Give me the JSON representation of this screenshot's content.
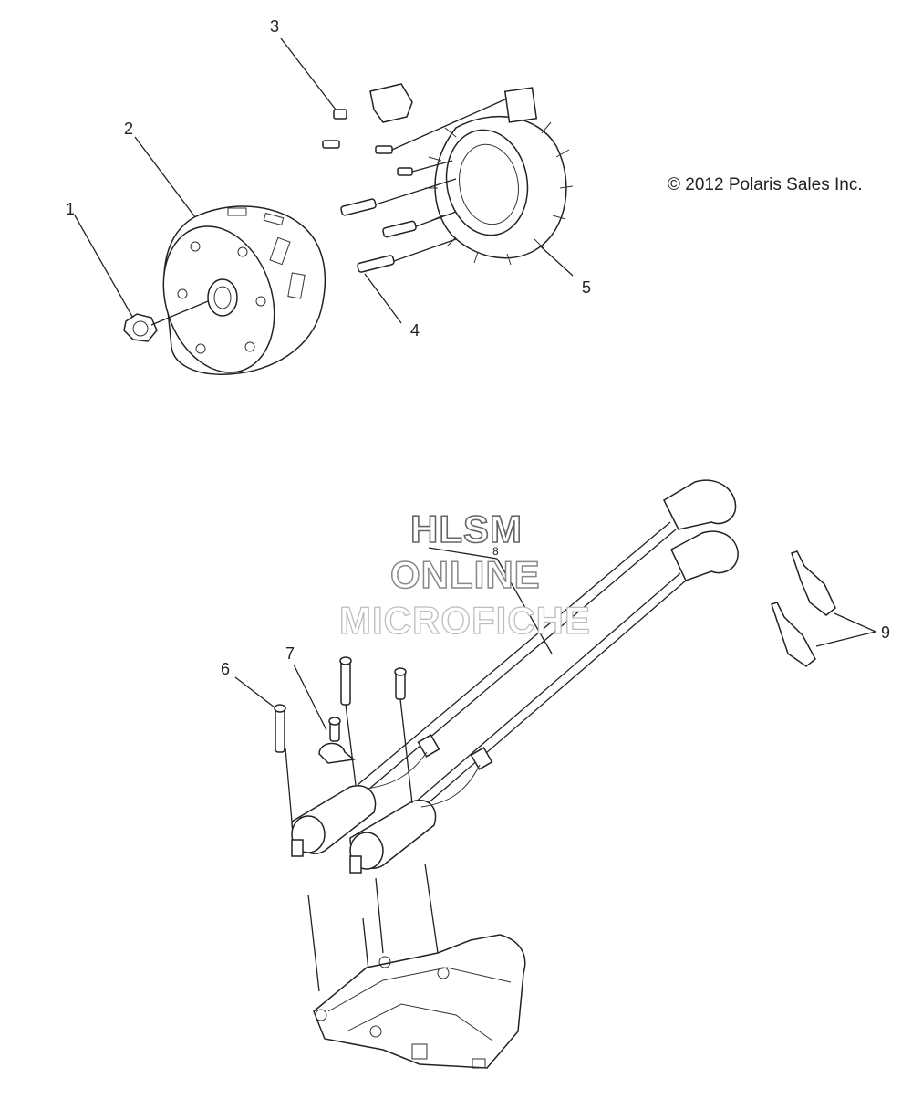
{
  "copyright": "© 2012 Polaris Sales Inc.",
  "watermark": {
    "line1": "HLSM",
    "line2": "ONLINE",
    "line3": "MICROFICHE"
  },
  "callouts": {
    "c1": "1",
    "c2": "2",
    "c3": "3",
    "c4": "4",
    "c5": "5",
    "c6": "6",
    "c7": "7",
    "c8": "8",
    "c9": "9"
  }
}
